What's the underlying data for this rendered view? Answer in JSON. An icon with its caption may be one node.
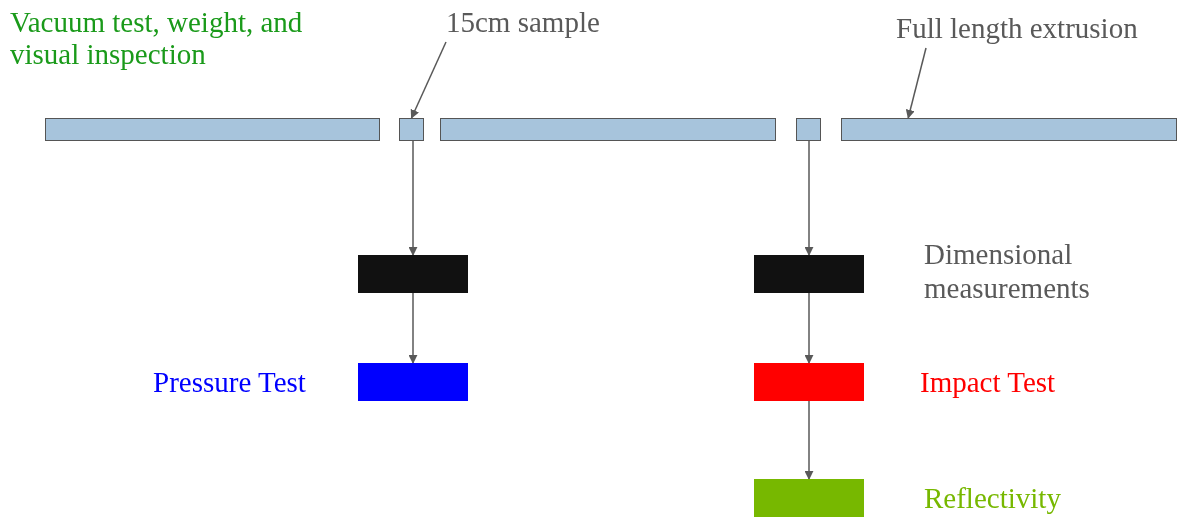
{
  "diagram": {
    "nodes": [
      {
        "text": [
          "15cm sample"
        ]
      },
      {
        "text": [
          "Full length extrusion"
        ]
      },
      {
        "text": [],
        "shape": "bar"
      },
      {
        "text": [],
        "shape": "bar"
      },
      {
        "text": [],
        "shape": "bar"
      },
      {
        "text": [],
        "shape": "bar"
      },
      {
        "text": [],
        "shape": "bar"
      },
      {
        "text": [],
        "shape": "box"
      },
      {
        "text": [],
        "shape": "box",
        "beside": [
          "Dimensional measurements"
        ]
      },
      {
        "text": [],
        "shape": "box",
        "beside": [
          "Pressure Test"
        ]
      },
      {
        "text": [],
        "shape": "box",
        "beside": [
          "Impact Test"
        ]
      },
      {
        "text": [],
        "shape": "box",
        "beside": [
          "Reflectivity"
        ]
      }
    ],
    "edges": [
      {
        "from": 0,
        "to": 3,
        "arrow": "to"
      },
      {
        "from": 1,
        "to": 6,
        "arrow": "to"
      },
      {
        "from": 3,
        "to": 7,
        "arrow": "to"
      },
      {
        "from": 7,
        "to": 9,
        "arrow": "to"
      },
      {
        "from": 5,
        "to": 8,
        "arrow": "to"
      },
      {
        "from": 8,
        "to": 10,
        "arrow": "to"
      },
      {
        "from": 10,
        "to": 11,
        "arrow": "to"
      }
    ],
    "labels": [
      "Vacuum test, weight, and visual inspection"
    ]
  }
}
